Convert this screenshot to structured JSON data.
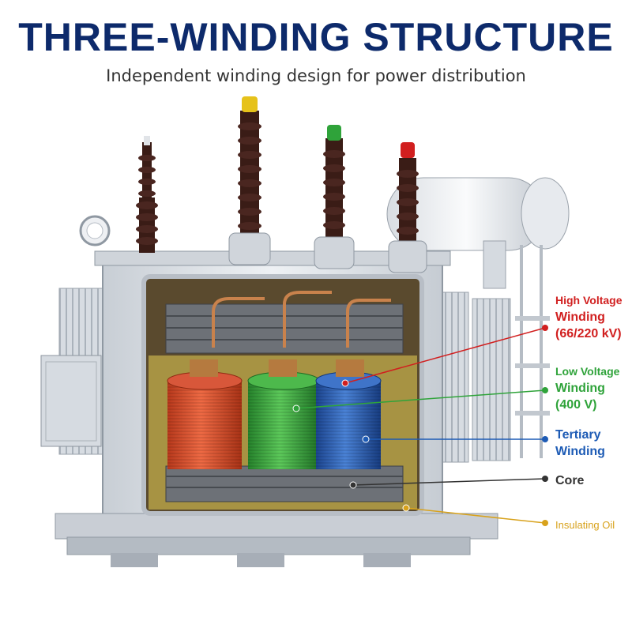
{
  "header": {
    "title": "THREE-WINDING STRUCTURE",
    "subtitle": "Independent winding design for power distribution"
  },
  "labels": {
    "hv": {
      "line1": "High Voltage",
      "line2": "Winding",
      "line3": "(66/220 kV)",
      "color": "#d11f1f"
    },
    "lv": {
      "line1": "Low Voltage",
      "line2": "Winding",
      "line3": "(400 V)",
      "color": "#2fa33a"
    },
    "tertiary": {
      "line1": "Tertiary",
      "line2": "Winding",
      "color": "#1d5bb5"
    },
    "core": {
      "line1": "Core",
      "color": "#333333"
    },
    "oil": {
      "line1": "Insulating Oil",
      "color": "#d8a21c"
    }
  },
  "colors": {
    "hv_coil": "#e0522e",
    "lv_coil": "#3fae3f",
    "tertiary_coil": "#2d62b8",
    "tank": "#dfe3e8",
    "oil_tint": "#f2d85c"
  }
}
